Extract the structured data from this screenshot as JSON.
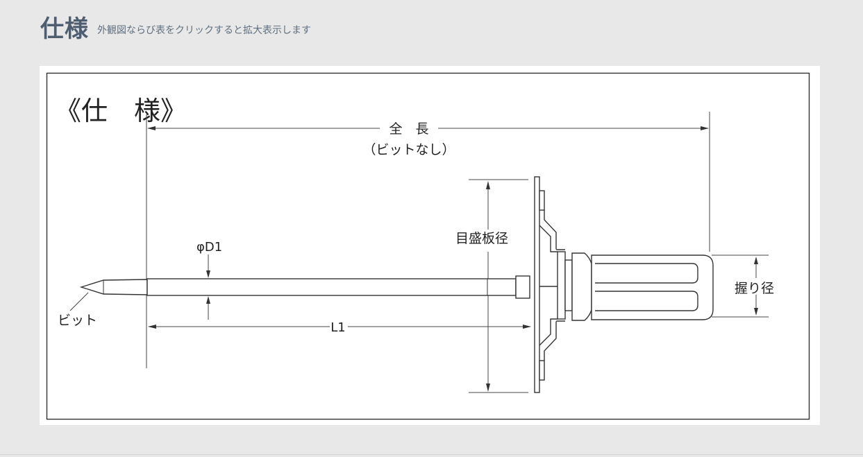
{
  "header": {
    "title": "仕様",
    "subtitle": "外観図ならび表をクリックすると拡大表示します"
  },
  "diagram": {
    "heading": "《仕　様》",
    "labels": {
      "total_length": "全　長",
      "total_length_note": "（ビットなし）",
      "dial_diameter": "目盛板径",
      "shaft_diameter": "φD1",
      "shaft_length": "L1",
      "bit": "ビット",
      "grip_diameter": "握り径"
    }
  }
}
